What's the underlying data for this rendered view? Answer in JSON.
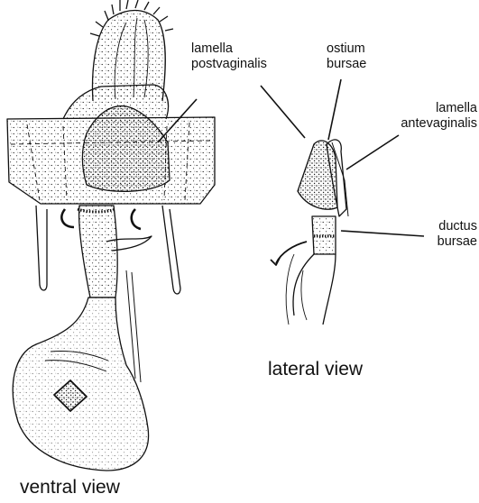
{
  "labels": {
    "lamella_postvaginalis": [
      "lamella",
      "postvaginalis"
    ],
    "ostium_bursae": [
      "ostium",
      "bursae"
    ],
    "lamella_antevaginalis": [
      "lamella",
      "antevaginalis"
    ],
    "ductus_bursae": [
      "ductus",
      "bursae"
    ],
    "lateral_view": "lateral view",
    "ventral_view": "ventral view"
  },
  "colors": {
    "ink": "#111111",
    "background": "#ffffff"
  }
}
